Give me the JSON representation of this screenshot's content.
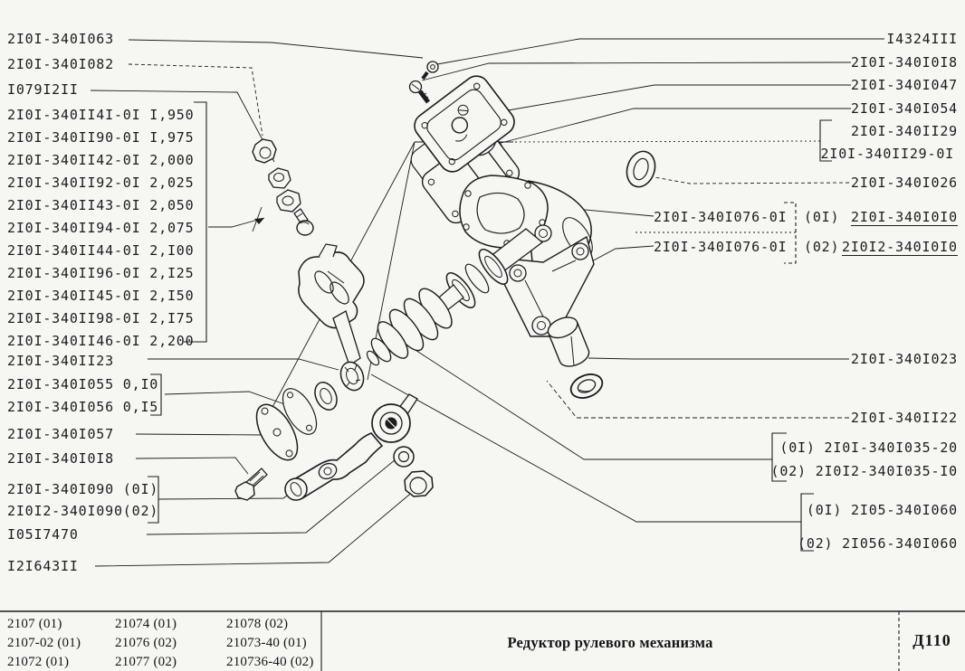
{
  "page_type": "parts-catalog-exploded-view",
  "colors": {
    "background": "#f6f7f3",
    "ink": "#1c1c1c"
  },
  "left_labels": [
    {
      "text": "2I0I-340I063"
    },
    {
      "text": "2I0I-340I082"
    },
    {
      "text": "I079I2II"
    },
    {
      "text": "2I0I-340II4I-0I I,950"
    },
    {
      "text": "2I0I-340II90-0I I,975"
    },
    {
      "text": "2I0I-340II42-0I 2,000"
    },
    {
      "text": "2I0I-340II92-0I 2,025"
    },
    {
      "text": "2I0I-340II43-0I 2,050"
    },
    {
      "text": "2I0I-340II94-0I 2,075"
    },
    {
      "text": "2I0I-340II44-0I 2,I00"
    },
    {
      "text": "2I0I-340II96-0I 2,I25"
    },
    {
      "text": "2I0I-340II45-0I 2,I50"
    },
    {
      "text": "2I0I-340II98-0I 2,I75"
    },
    {
      "text": "2I0I-340II46-0I 2,200"
    },
    {
      "text": "2I0I-340II23"
    },
    {
      "text": "2I0I-340I055 0,I0"
    },
    {
      "text": "2I0I-340I056 0,I5"
    },
    {
      "text": "2I0I-340I057"
    },
    {
      "text": "2I0I-340I0I8"
    },
    {
      "text": "2I0I-340I090 (0I)"
    },
    {
      "text": "2I0I2-340I090(02)"
    },
    {
      "text": "I05I7470"
    },
    {
      "text": "I2I643II"
    }
  ],
  "right_labels": [
    {
      "text": "I4324III"
    },
    {
      "text": "2I0I-340I0I8"
    },
    {
      "text": "2I0I-340I047"
    },
    {
      "text": "2I0I-340I054"
    },
    {
      "text": "2I0I-340II29"
    },
    {
      "text": "2I0I-340II29-0I"
    },
    {
      "text": "2I0I-340I026"
    },
    {
      "text": "2I0I-340I076-0I"
    },
    {
      "text": "(0I)"
    },
    {
      "text": "2I0I-340I0I0"
    },
    {
      "text": "2I0I-340I076-0I"
    },
    {
      "text": "(02)"
    },
    {
      "text": "2I0I2-340I0I0"
    },
    {
      "text": "2I0I-340I023"
    },
    {
      "text": "2I0I-340II22"
    },
    {
      "text": "(0I) 2I0I-340I035-20"
    },
    {
      "text": "(02) 2I0I2-340I035-I0"
    },
    {
      "text": "(0I) 2I05-340I060"
    },
    {
      "text": "(02) 2I056-340I060"
    }
  ],
  "footer": {
    "models": [
      [
        "2107 (01)",
        "2107-02 (01)",
        "21072 (01)"
      ],
      [
        "21074 (01)",
        "21076 (02)",
        "21077 (02)"
      ],
      [
        "21078 (02)",
        "21073-40 (01)",
        "210736-40 (02)"
      ]
    ],
    "title": "Редуктор рулевого механизма",
    "plate": "Д110"
  }
}
